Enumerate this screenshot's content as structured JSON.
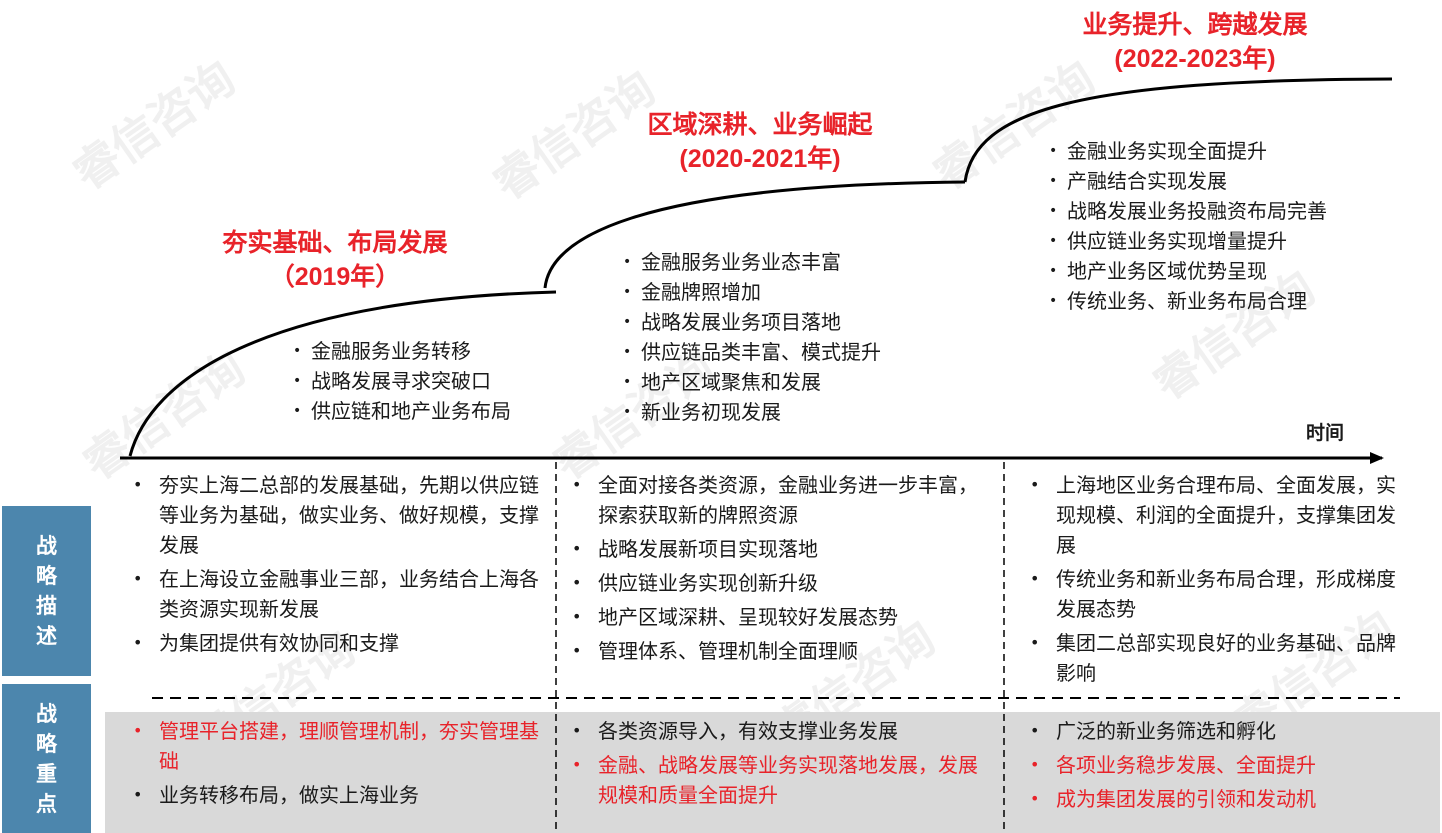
{
  "stages": [
    {
      "title": "夯实基础、布局发展",
      "period": "（2019年）",
      "items": [
        "金融服务业务转移",
        "战略发展寻求突破口",
        "供应链和地产业务布局"
      ]
    },
    {
      "title": "区域深耕、业务崛起",
      "period": "(2020-2021年)",
      "items": [
        "金融服务业务业态丰富",
        "金融牌照增加",
        "战略发展业务项目落地",
        "供应链品类丰富、模式提升",
        "地产区域聚焦和发展",
        "新业务初现发展"
      ]
    },
    {
      "title": "业务提升、跨越发展",
      "period": "(2022-2023年)",
      "items": [
        "金融业务实现全面提升",
        "产融结合实现发展",
        "战略发展业务投融资布局完善",
        "供应链业务实现增量提升",
        "地产业务区域优势呈现",
        "传统业务、新业务布局合理"
      ]
    }
  ],
  "axis_label": "时间",
  "sections": {
    "description_label": [
      "战",
      "略",
      "描",
      "述"
    ],
    "focus_label": [
      "战",
      "略",
      "重",
      "点"
    ]
  },
  "description": [
    [
      "夯实上海二总部的发展基础，先期以供应链等业务为基础，做实业务、做好规模，支撑发展",
      "在上海设立金融事业三部，业务结合上海各类资源实现新发展",
      "为集团提供有效协同和支撑"
    ],
    [
      "全面对接各类资源，金融业务进一步丰富，探索获取新的牌照资源",
      "战略发展新项目实现落地",
      "供应链业务实现创新升级",
      "地产区域深耕、呈现较好发展态势",
      "管理体系、管理机制全面理顺"
    ],
    [
      "上海地区业务合理布局、全面发展，实现规模、利润的全面提升，支撑集团发展",
      "传统业务和新业务布局合理，形成梯度发展态势",
      "集团二总部实现良好的业务基础、品牌影响"
    ]
  ],
  "focus": [
    [
      {
        "text": "管理平台搭建，理顺管理机制，夯实管理基础",
        "highlight": true
      },
      {
        "text": "业务转移布局，做实上海业务",
        "highlight": false
      }
    ],
    [
      {
        "text": "各类资源导入，有效支撑业务发展",
        "highlight": false
      },
      {
        "text": "金融、战略发展等业务实现落地发展，发展规模和质量全面提升",
        "highlight": true
      }
    ],
    [
      {
        "text": "广泛的新业务筛选和孵化",
        "highlight": false
      },
      {
        "text": "各项业务稳步发展、全面提升",
        "highlight": true
      },
      {
        "text": "成为集团发展的引领和发动机",
        "highlight": true
      }
    ]
  ],
  "watermark": "睿信咨询",
  "colors": {
    "accent_red": "#e8232a",
    "label_blue": "#4c86ad",
    "focus_bg": "#d9d9d9"
  }
}
